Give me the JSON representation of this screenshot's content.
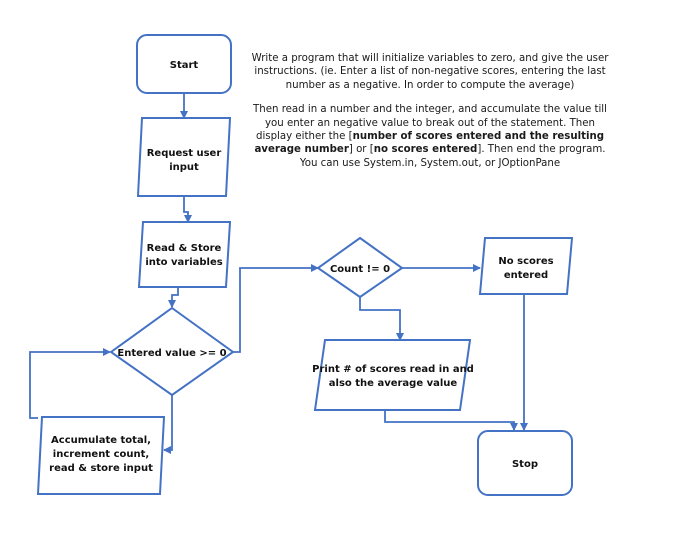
{
  "colors": {
    "stroke": "#4472C4",
    "text": "#111111",
    "background": "#ffffff"
  },
  "description": {
    "paragraph1": "Write a program that will initialize variables to zero, and give the user instructions. (ie. Enter a list of non-negative scores, entering the last number as a negative. In order to compute the average)",
    "p2_part1": "Then read in a number and the integer, and accumulate the value till you enter an negative value to break out of the statement. Then display either the [",
    "p2_bold1": "number of scores entered and the resulting average number",
    "p2_part2": "] or [",
    "p2_bold2": "no scores entered",
    "p2_part3": "]. Then end the program.",
    "paragraph3": "You can use System.in, System.out, or JOptionPane"
  },
  "nodes": {
    "start": {
      "line1": "Start"
    },
    "request": {
      "line1": "Request user",
      "line2": "input"
    },
    "read_store": {
      "line1": "Read & Store",
      "line2": "into variables"
    },
    "entered_value": {
      "line1": "Entered value >= 0"
    },
    "accumulate": {
      "line1": "Accumulate total,",
      "line2": "increment count,",
      "line3": "read & store input"
    },
    "count_check": {
      "line1": "Count != 0"
    },
    "no_scores": {
      "line1": "No scores",
      "line2": "entered"
    },
    "print_scores": {
      "line1": "Print # of scores read in and",
      "line2": "also the average value"
    },
    "stop": {
      "line1": "Stop"
    }
  }
}
